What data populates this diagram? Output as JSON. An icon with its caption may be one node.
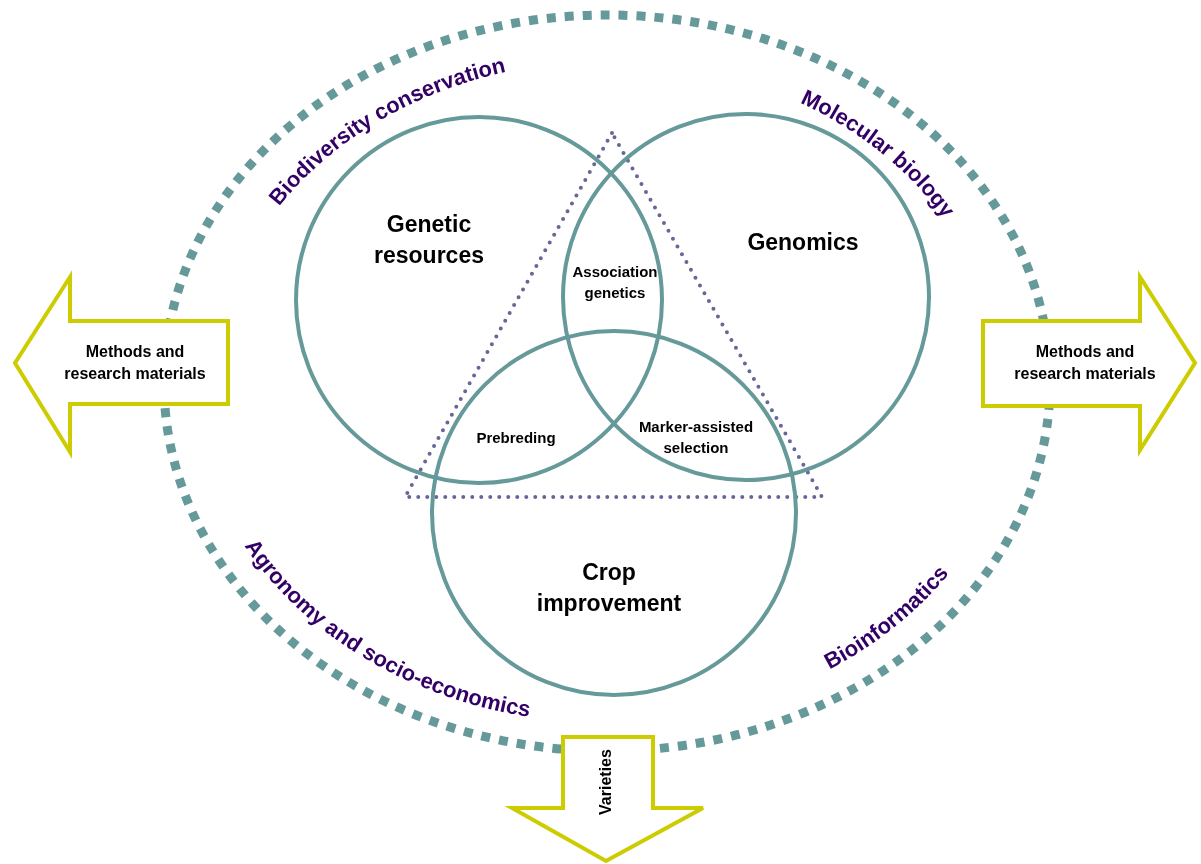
{
  "diagram": {
    "nodes": [
      {
        "text": [
          "Genetic resources"
        ]
      },
      {
        "text": [
          "Genomics"
        ]
      },
      {
        "text": [
          "Crop improvement"
        ]
      },
      {
        "text": [
          "Methods and research materials"
        ]
      },
      {
        "text": [
          "Methods and research materials"
        ]
      },
      {
        "text": [
          "Varieties"
        ]
      }
    ],
    "labels": [
      "Biodiversity conservation",
      "Molecular biology",
      "Association genetics",
      "Prebreding",
      "Marker-assisted selection",
      "Agronomy and socio-economics",
      "Bioinformatics"
    ]
  }
}
